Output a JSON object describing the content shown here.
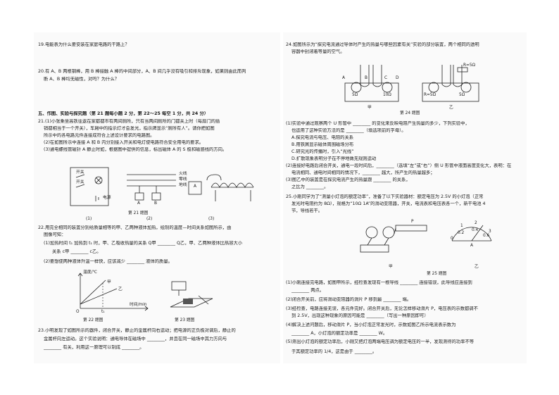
{
  "left": {
    "q19": "19.电能表为什么要安装在家庭电路的干路上？",
    "q20": [
      "20.有 A、B 两根钢棒，用 B 棒接触 A 棒的中间部分，A、B 间几乎没有吸引和排斥现象，如果则由此而判",
      "断 A、B 棒均无磁性，对吗？为什么？"
    ],
    "section5": "五、作图、实验与探究题（第 21 题每小题 2 分，第 22～25 每空 1 分，共 24 分）",
    "q21": [
      "21.(1)小张乘坐高铁往返在家都都市有两间厕所，只有当两间厕所的门都关上时（每扇门的插",
      "销都相当于一个开关），车厢中的指示灯才会发光，指示牌显示“厕所有人”。请你把如图",
      "所示中的各电路元件连接成符合上述设计要求的电路图。",
      "(2)在如图所示中连接 A 和 B 内分别接入开关和电灯使电路符合安全用电的要求。",
      "(3)通电螺线管磁针 A 静止时如，根据图中提供的信息，标出磁体 A 的 S 极和磁感线的方向。"
    ],
    "q21_labels": [
      "开关",
      "开关",
      "电源",
      "火线",
      "零线",
      "地线",
      "A",
      "B",
      "A"
    ],
    "q21_caps": [
      "(1)",
      "(2)",
      "(3)",
      "第 21 题图"
    ],
    "q22": [
      "22.用完全相同的装置分别给质量相等的甲、乙两种液体加热，绘制的温度—时间关系如图所示，由",
      "图像可知：",
      "(1)加热时间 t₁ 加热到 t₁ 时，甲、乙吸收热量的关系 Q甲 ________ Q乙，甲、乙两种液体比热容大小",
      "关系 c甲 ________ c乙。",
      "(2)要想使两种液体升温一样快，应该减少 ________ 液体的质量。"
    ],
    "q22_axis": [
      "温度/℃",
      "时间/min",
      "甲",
      "乙",
      "t₁",
      "O"
    ],
    "q22_caps": [
      "第 22 题图",
      "第 23 题图"
    ],
    "q23": [
      "23.小明发现了如图所示的器件，闭合开关，静止的金属杆向右运动；把电源的正负极对调后，静止的",
      "金属杆向左运动。这个实验说明：通电导体在磁场中 ________，并且在同一磁场中其力方向与",
      "________ 有关，利用这一原理可以制成 ________。"
    ]
  },
  "right": {
    "q24": [
      "24.如图所示为“探究电流通过导体时产生的热量与哪些因素有关”实验的部分装置，两个相同的透明",
      "容器中封闭着等量的空气。"
    ],
    "q24_labels": [
      "A",
      "B",
      "C",
      "D",
      "5Ω",
      "10Ω",
      "R=5Ω",
      "R=5Ω",
      "5Ω",
      "甲",
      "乙"
    ],
    "q24_cap": "第 24 题图",
    "q24_body": [
      "(1)实验中通过观察两个 U 形管中 ________ 的变化来反映电阻产生热量的多少，下列实验中，",
      "也运用了这种实验方法的是 ________（填选项前的字母）。",
      "A.探究电流与电压、电阻的关系",
      "B.用铁屑显示磁体周围磁场分布",
      "C.研究光的传播时，引入“光线”",
      "D.扩散现象表明分子在不停地做无规则运动",
      "(2)连接好电路后闭合开关，通电一段时间后，________（选填“左”或“右”）侧 U 形管中液面高度变化大，表明：在",
      "电流相同、通电时间相同的情况下，________ 越大，所产生的热量越多；",
      "(3)图乙中的装置是在探究电流产生的热量跟 ________ 的关系，",
      "之比为 ________。"
    ],
    "q25": [
      "25.小刚同学为了“测量小灯泡的额定功率”，准备了以下实验器材：额定电压为 2.5V 的小灯泡（正常",
      "发光时电阻约为 8Ω），规格为“10Ω 1A”的滑动变阻器，开关，电流表和电压表各一个，新干电池 4",
      "节，导线若干。"
    ],
    "q25_labels": [
      "P",
      "甲",
      "乙",
      "0",
      "1",
      "2",
      "3",
      "0.2",
      "0.4",
      "0.6",
      "A"
    ],
    "q25_cap": "第 25 题图",
    "q25_body": [
      "(1)小刚连接完电路，如图甲所示，经检查发现有一根导线 ________ 连接错误，此导线应连接到",
      "________ 两点。",
      "(2)闭合开关前，应将滑动变阻器的滑片 P 移到最 ________ 端。",
      "(3)经检查，电路连接无误，各元件完好。闭合开关后，无论怎样移动滑片 P，电压表的示数都调不",
      "到 2.5V，出现这种现象的原因可能是 ________（写出一种原因即可）",
      "(4)解决上述问题后，移动滑片 P，当小灯泡正常发光时，示数如图乙所示电流表示数为",
      "________ A，小灯泡的额定功率是 ________ W。",
      "(5)测出小灯泡的额定功率后，小刚又把灯泡两端电压调为额定电压的一半，发现测得的功率不等",
      "于其额定功率的 1/4，这是由于 ________。"
    ]
  }
}
